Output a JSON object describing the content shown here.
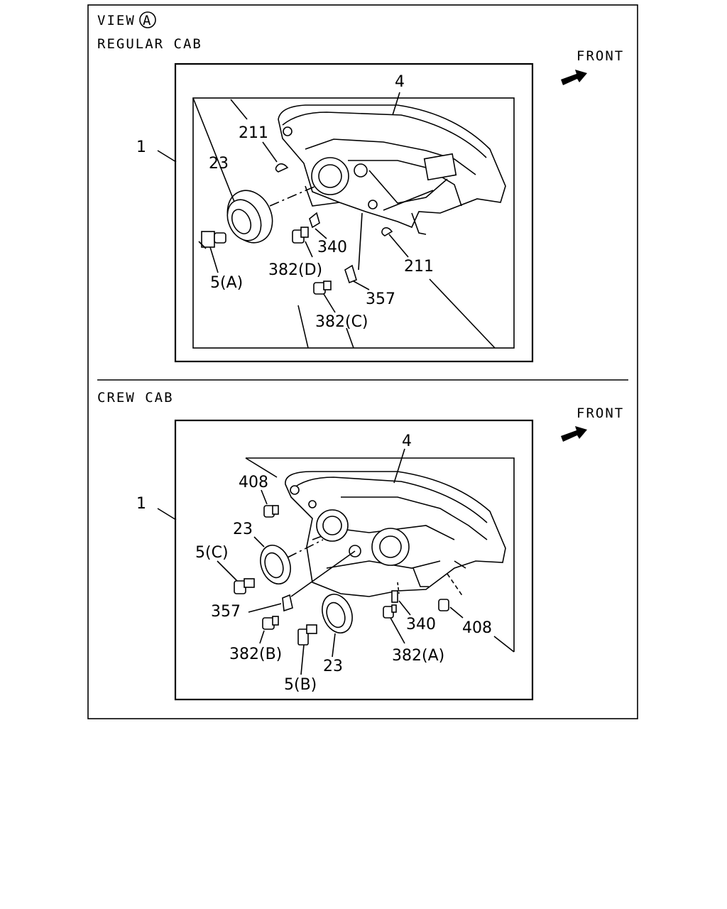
{
  "view_label": "VIEW",
  "view_circle_letter": "A",
  "regular": {
    "title": "REGULAR CAB",
    "front": "FRONT",
    "callouts": {
      "c1": "1",
      "c4": "4",
      "c211a": "211",
      "c211b": "211",
      "c23": "23",
      "c5a": "5(A)",
      "c340": "340",
      "c382d": "382(D)",
      "c357": "357",
      "c382c": "382(C)"
    }
  },
  "crew": {
    "title": "CREW CAB",
    "front": "FRONT",
    "callouts": {
      "c1": "1",
      "c4": "4",
      "c408a": "408",
      "c23a": "23",
      "c5c": "5(C)",
      "c357": "357",
      "c382b": "382(B)",
      "c5b": "5(B)",
      "c23b": "23",
      "c382a": "382(A)",
      "c340": "340",
      "c408b": "408"
    }
  }
}
